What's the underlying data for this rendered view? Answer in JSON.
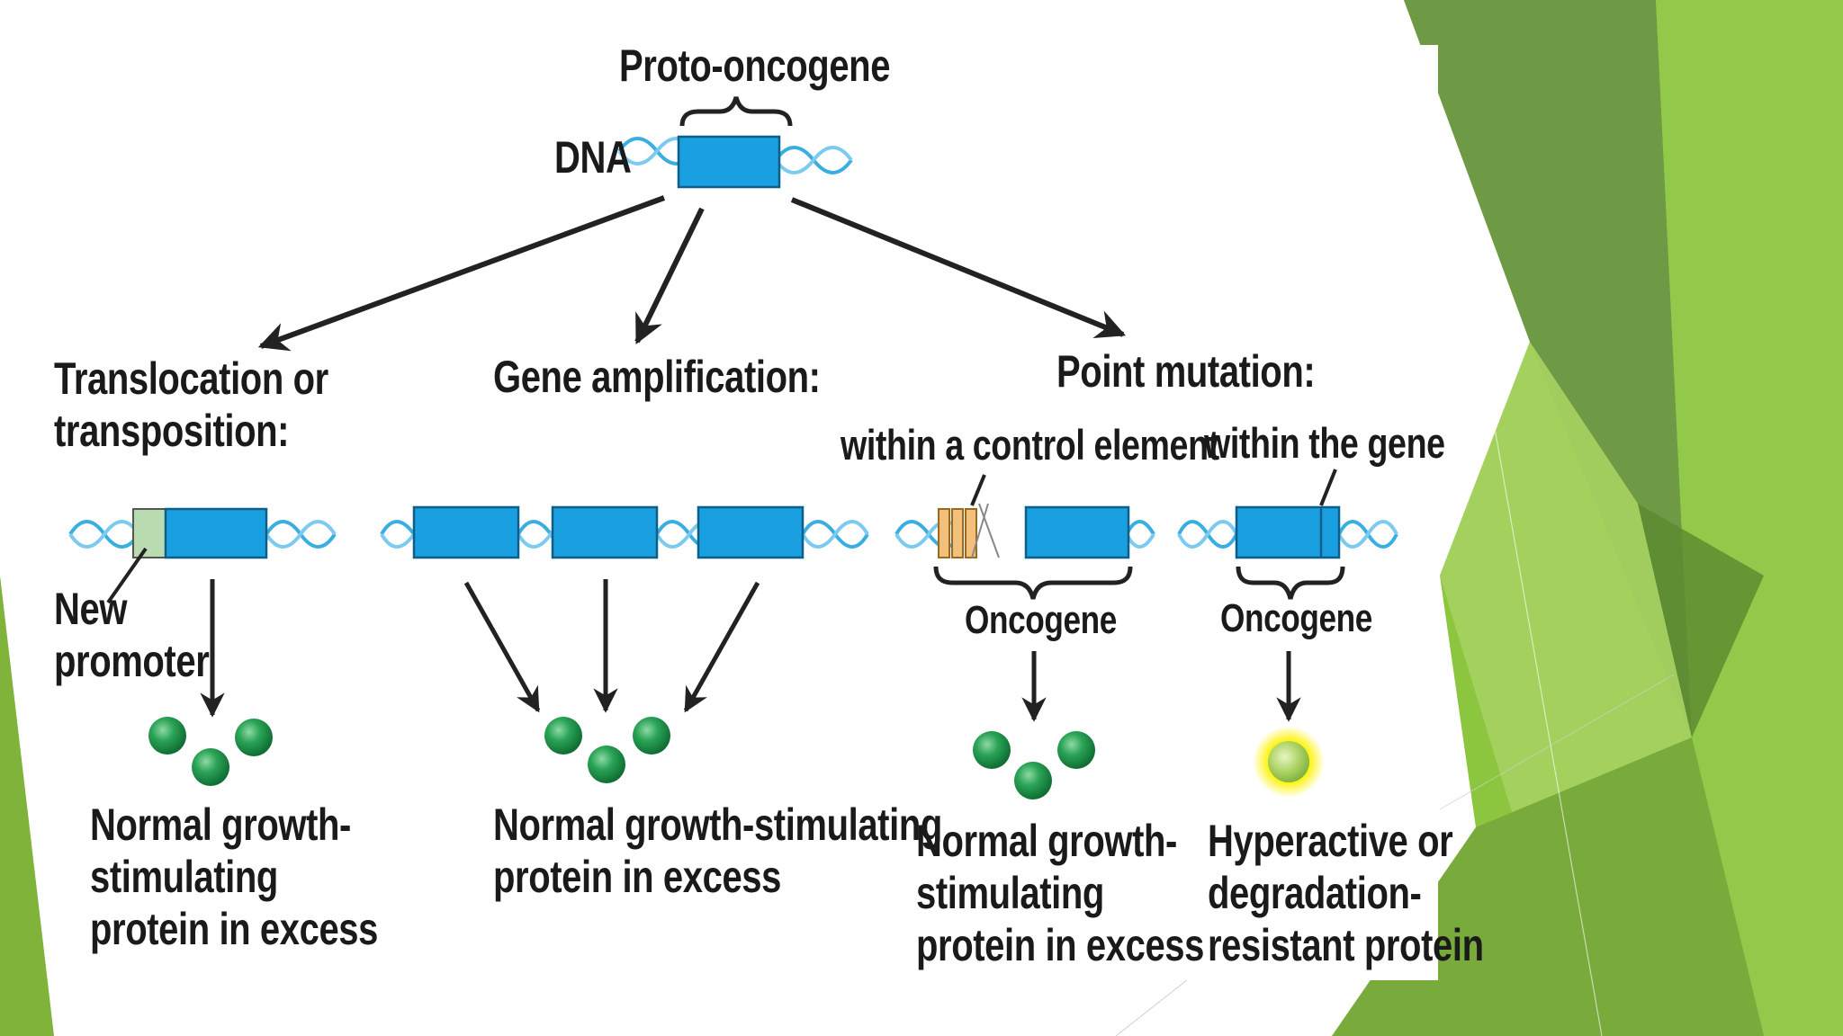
{
  "diagram": {
    "top": {
      "title": "Proto-oncogene",
      "dna_label": "DNA"
    },
    "translocation": {
      "heading": [
        "Translocation or",
        "transposition:"
      ],
      "promoter_label": [
        "New",
        "promoter"
      ],
      "result": [
        "Normal growth-",
        "stimulating",
        "protein in excess"
      ]
    },
    "amplification": {
      "heading": "Gene amplification:",
      "result": [
        "Normal growth-stimulating",
        "protein in excess"
      ]
    },
    "point_mutation": {
      "heading": "Point mutation:",
      "control": {
        "subheading": "within a control element",
        "gene_label": "Oncogene",
        "result": [
          "Normal growth-",
          "stimulating",
          "protein in excess"
        ]
      },
      "gene": {
        "subheading": "within the gene",
        "gene_label": "Oncogene",
        "result": [
          "Hyperactive or",
          "degradation-",
          "resistant protein"
        ]
      }
    }
  },
  "colors": {
    "gene_box": "#1aa0e0",
    "dna_strand": "#3aaee0",
    "promoter": "#b8dcb0",
    "control_element": "#f2c07a",
    "protein": "#1e8f44",
    "hyperactive_protein": "#a8d060",
    "hyperactive_glow": "#f5e800",
    "slide_green_dark": "#6e9a46",
    "slide_green_light": "#8cc63e"
  }
}
